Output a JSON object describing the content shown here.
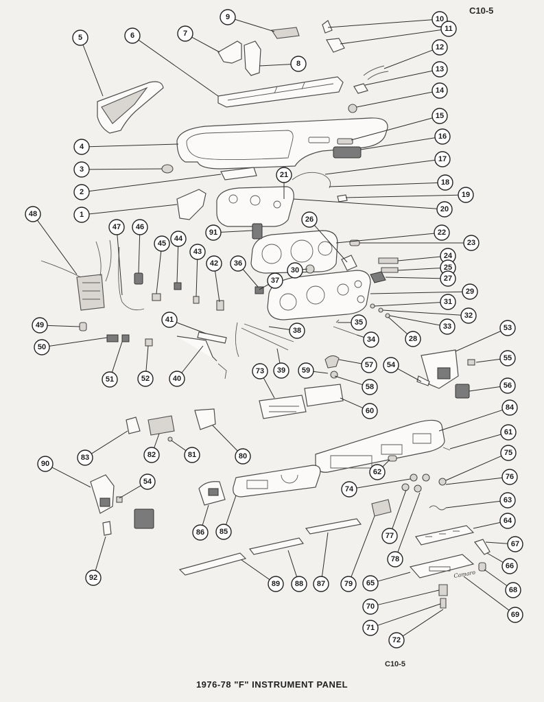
{
  "page_code_top": "C10-5",
  "page_code_bottom": "C10-5",
  "title": "1976-78 \"F\" INSTRUMENT PANEL",
  "stamp_text": "Camaro",
  "callouts": [
    "1",
    "2",
    "3",
    "4",
    "5",
    "6",
    "7",
    "8",
    "9",
    "10",
    "11",
    "12",
    "13",
    "14",
    "15",
    "16",
    "17",
    "18",
    "19",
    "20",
    "21",
    "22",
    "23",
    "24",
    "25",
    "26",
    "27",
    "28",
    "29",
    "30",
    "31",
    "32",
    "33",
    "34",
    "35",
    "36",
    "37",
    "38",
    "39",
    "40",
    "41",
    "42",
    "43",
    "44",
    "45",
    "46",
    "47",
    "48",
    "49",
    "50",
    "51",
    "52",
    "53",
    "54",
    "55",
    "56",
    "57",
    "58",
    "59",
    "60",
    "61",
    "62",
    "63",
    "64",
    "65",
    "66",
    "67",
    "68",
    "69",
    "70",
    "71",
    "72",
    "73",
    "74",
    "75",
    "76",
    "77",
    "78",
    "79",
    "80",
    "81",
    "82",
    "83",
    "84",
    "85",
    "86",
    "87",
    "88",
    "89",
    "90",
    "91",
    "92",
    "54",
    "55"
  ]
}
